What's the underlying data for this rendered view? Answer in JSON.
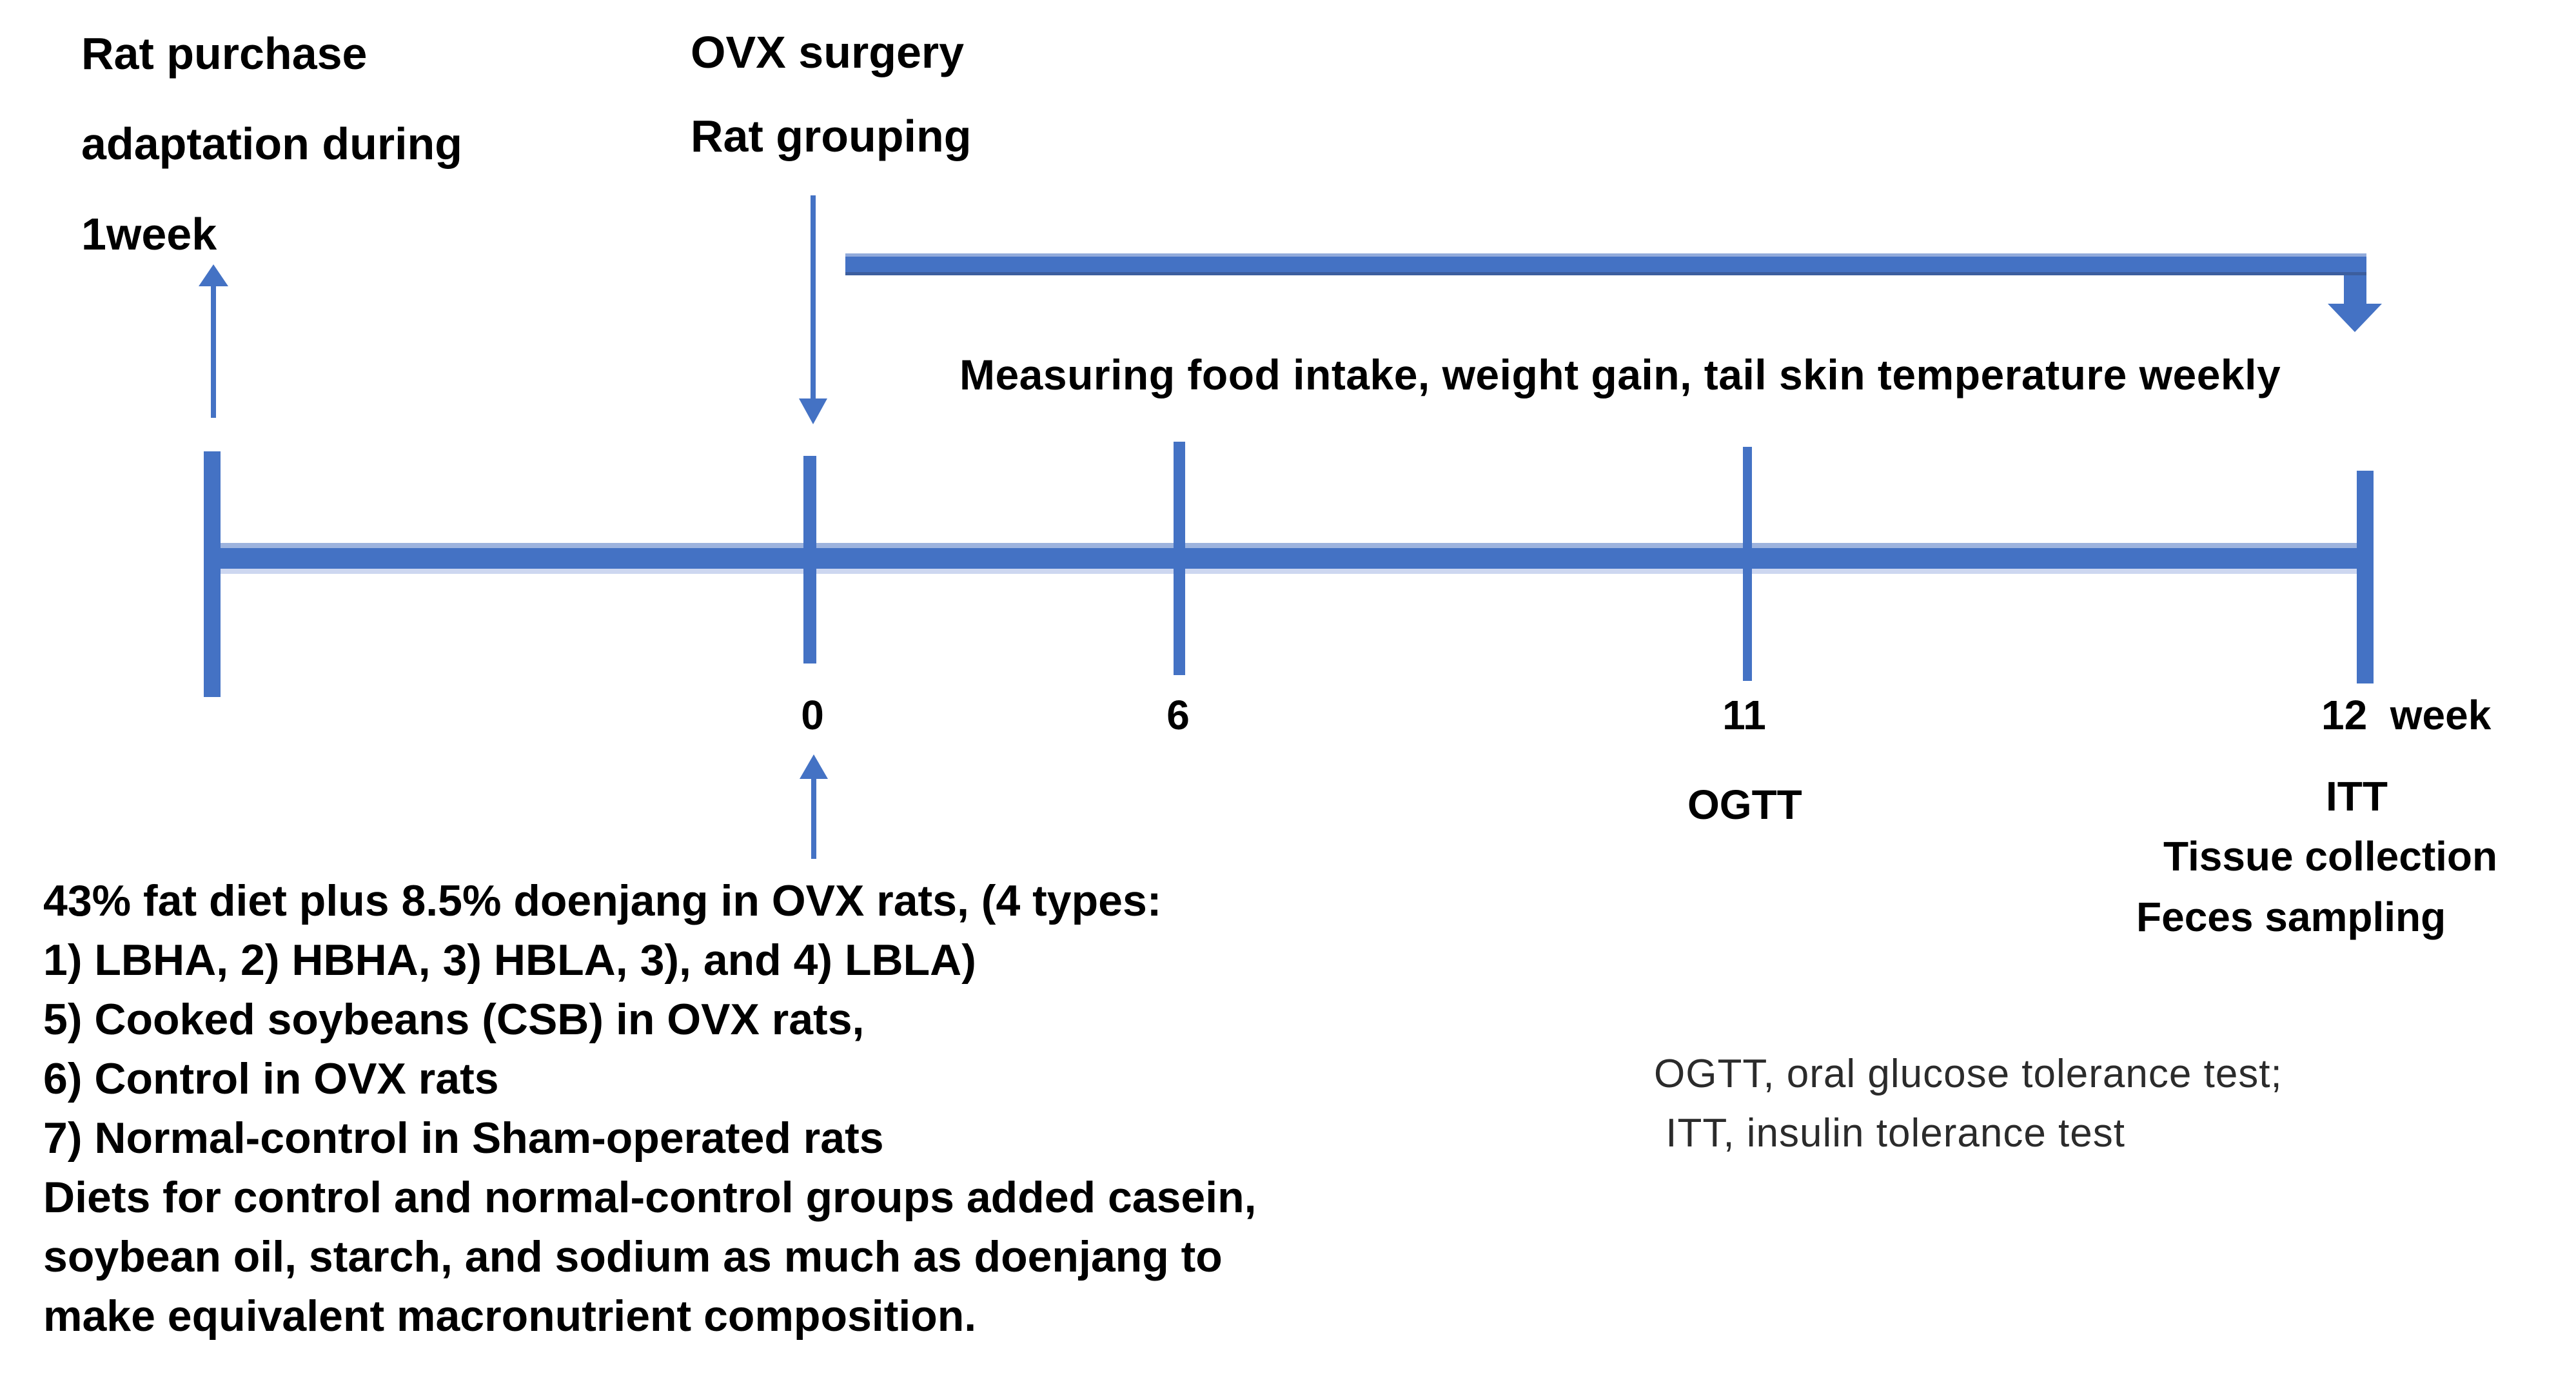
{
  "colors": {
    "figure_blue": "#4472C4",
    "bar_edge_top": "#9DB3DE",
    "bar_edge_bottom": "#CDD7F0",
    "arrow_edge_top": "#92ABDB",
    "arrow_edge_bottom": "#3C5E9E",
    "text_black": "#000000",
    "legend_gray": "#2B2B2B"
  },
  "pre_study": {
    "lines": [
      "Rat purchase",
      "adaptation during",
      "1week"
    ]
  },
  "surgery": {
    "lines": [
      "OVX surgery",
      "Rat grouping"
    ]
  },
  "monitoring_label": "Measuring food intake, weight gain, tail skin temperature weekly",
  "timeline": {
    "labels": [
      {
        "id": "week-0",
        "text": "0"
      },
      {
        "id": "week-6",
        "text": "6"
      },
      {
        "id": "week-11",
        "text": "11"
      },
      {
        "id": "week-12",
        "text": "12  week"
      }
    ]
  },
  "events": {
    "ogtt": "OGTT",
    "itt": "ITT",
    "tissue": "Tissue collection",
    "feces": "Feces sampling"
  },
  "diet_groups": {
    "lines": [
      "43% fat diet plus 8.5% doenjang in OVX rats, (4 types:",
      "1) LBHA, 2) HBHA, 3) HBLA, 3), and 4) LBLA)",
      "5) Cooked soybeans (CSB) in OVX rats,",
      "6) Control in OVX rats",
      "7) Normal-control in Sham-operated rats",
      "Diets for control and normal-control groups added casein,",
      "soybean oil, starch, and sodium as much as doenjang to",
      "make equivalent macronutrient composition."
    ]
  },
  "legend": {
    "lines": [
      "OGTT, oral glucose tolerance test;",
      " ITT, insulin tolerance test"
    ]
  }
}
